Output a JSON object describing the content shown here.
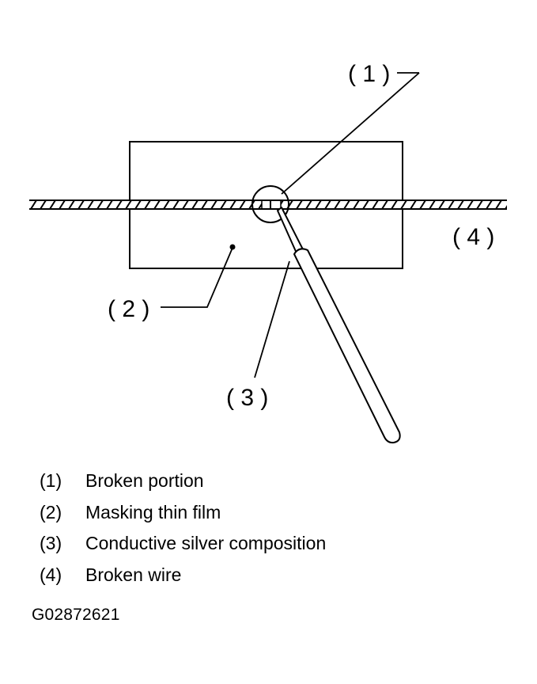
{
  "diagram": {
    "callouts": {
      "c1": "( 1 )",
      "c2": "( 2 )",
      "c3": "( 3 )",
      "c4": "( 4 )"
    }
  },
  "legend": [
    {
      "num": "(1)",
      "text": "Broken portion"
    },
    {
      "num": "(2)",
      "text": "Masking thin film"
    },
    {
      "num": "(3)",
      "text": "Conductive silver composition"
    },
    {
      "num": "(4)",
      "text": "Broken wire"
    }
  ],
  "figure_id": "G02872621"
}
